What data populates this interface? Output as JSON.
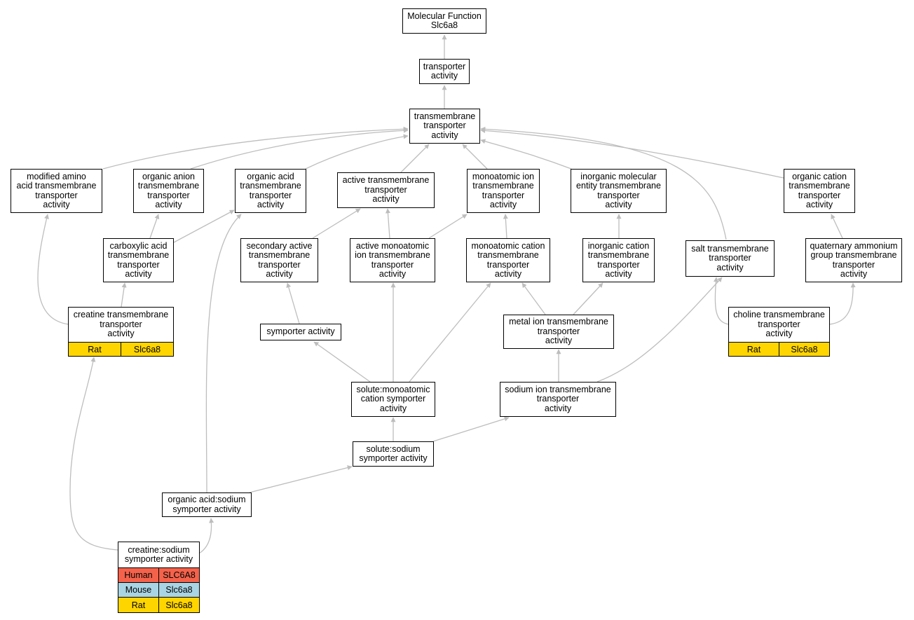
{
  "colors": {
    "edge": "#bdbdbd",
    "human": "#f4624b",
    "mouse": "#a9d4e3",
    "rat": "#ffd500",
    "border": "#000000"
  },
  "nodes": {
    "mf": "Molecular Function\nSlc6a8",
    "transporter": "transporter\nactivity",
    "tmt": "transmembrane\ntransporter\nactivity",
    "modamino": "modified amino\nacid transmembrane\ntransporter\nactivity",
    "organion": "organic anion\ntransmembrane\ntransporter\nactivity",
    "orgacid": "organic acid\ntransmembrane\ntransporter\nactivity",
    "active": "active transmembrane\ntransporter\nactivity",
    "monoion": "monoatomic ion\ntransmembrane\ntransporter\nactivity",
    "inorgmol": "inorganic molecular\nentity transmembrane\ntransporter\nactivity",
    "orgcation": "organic cation\ntransmembrane\ntransporter\nactivity",
    "carboxylic": "carboxylic acid\ntransmembrane\ntransporter\nactivity",
    "secactive": "secondary active\ntransmembrane\ntransporter\nactivity",
    "activemono": "active monoatomic\nion transmembrane\ntransporter\nactivity",
    "monocation": "monoatomic cation\ntransmembrane\ntransporter\nactivity",
    "inorgcation": "inorganic cation\ntransmembrane\ntransporter\nactivity",
    "salt": "salt transmembrane\ntransporter\nactivity",
    "quat": "quaternary ammonium\ngroup transmembrane\ntransporter\nactivity",
    "symporter": "symporter activity",
    "metalion": "metal ion transmembrane\ntransporter\nactivity",
    "solutemono": "solute:monoatomic\ncation symporter\nactivity",
    "sodiumion": "sodium ion transmembrane\ntransporter\nactivity",
    "solutesodium": "solute:sodium\nsymporter activity",
    "orgacidsodium": "organic acid:sodium\nsymporter activity"
  },
  "annotated": {
    "creatine_tmt": {
      "label": "creatine transmembrane\ntransporter\nactivity",
      "rows": [
        {
          "species": "Rat",
          "gene": "Slc6a8"
        }
      ]
    },
    "choline_tmt": {
      "label": "choline transmembrane\ntransporter\nactivity",
      "rows": [
        {
          "species": "Rat",
          "gene": "Slc6a8"
        }
      ]
    },
    "creatine_sodium": {
      "label": "creatine:sodium\nsymporter activity",
      "rows": [
        {
          "species": "Human",
          "gene": "SLC6A8"
        },
        {
          "species": "Mouse",
          "gene": "Slc6a8"
        },
        {
          "species": "Rat",
          "gene": "Slc6a8"
        }
      ]
    }
  }
}
